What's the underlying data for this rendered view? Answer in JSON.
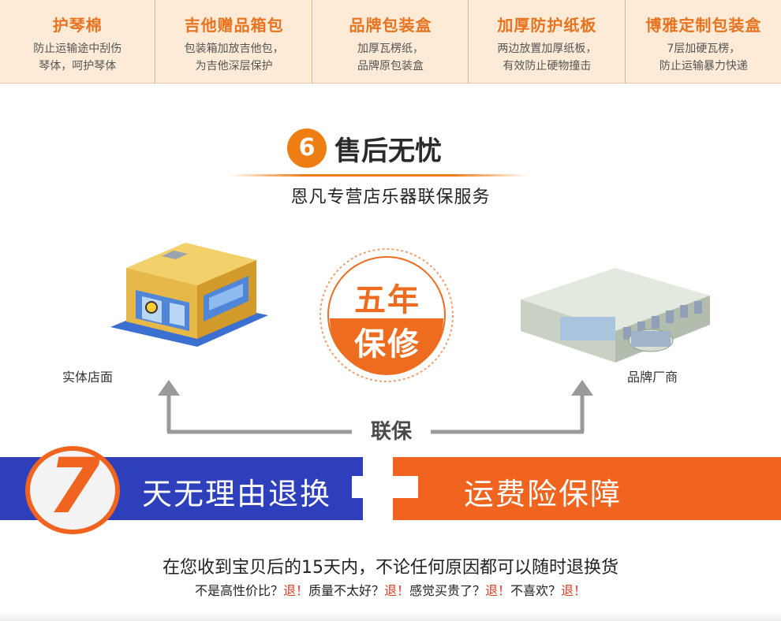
{
  "features": [
    {
      "title": "护琴棉",
      "desc1": "防止运输途中刮伤",
      "desc2": "琴体，呵护琴体"
    },
    {
      "title": "吉他赠品箱包",
      "desc1": "包装箱加放吉他包，",
      "desc2": "为吉他深层保护"
    },
    {
      "title": "品牌包装盒",
      "desc1": "加厚瓦楞纸，",
      "desc2": "品牌原包装盒"
    },
    {
      "title": "加厚防护纸板",
      "desc1": "两边放置加厚纸板，",
      "desc2": "有效防止硬物撞击"
    },
    {
      "title": "博雅定制包装盒",
      "desc1": "7层加硬瓦楞，",
      "desc2": "防止运输暴力快递"
    }
  ],
  "section": {
    "number": "6",
    "title": "售后无忧",
    "subtitle": "恩凡专营店乐器联保服务"
  },
  "warranty": {
    "top": "五年",
    "bottom": "保修",
    "left_label": "实体店面",
    "right_label": "品牌厂商",
    "link_label": "联保"
  },
  "returns": {
    "number": "7",
    "left_text": "天无理由退换",
    "right_text": "运费险保障",
    "line1": "在您收到宝贝后的15天内，不论任何原因都可以随时退换货",
    "q1": "不是高性价比？",
    "r1": "退！",
    "q2": "质量不太好？",
    "r2": "退！",
    "q3": "感觉买贵了？",
    "r3": "退！",
    "q4": "不喜欢？",
    "r4": "退！"
  },
  "colors": {
    "orange": "#ee7d14",
    "blue": "#2d3fba",
    "red": "#e03a1e"
  },
  "icons": {
    "store": "store-building-icon",
    "factory": "factory-building-icon"
  }
}
